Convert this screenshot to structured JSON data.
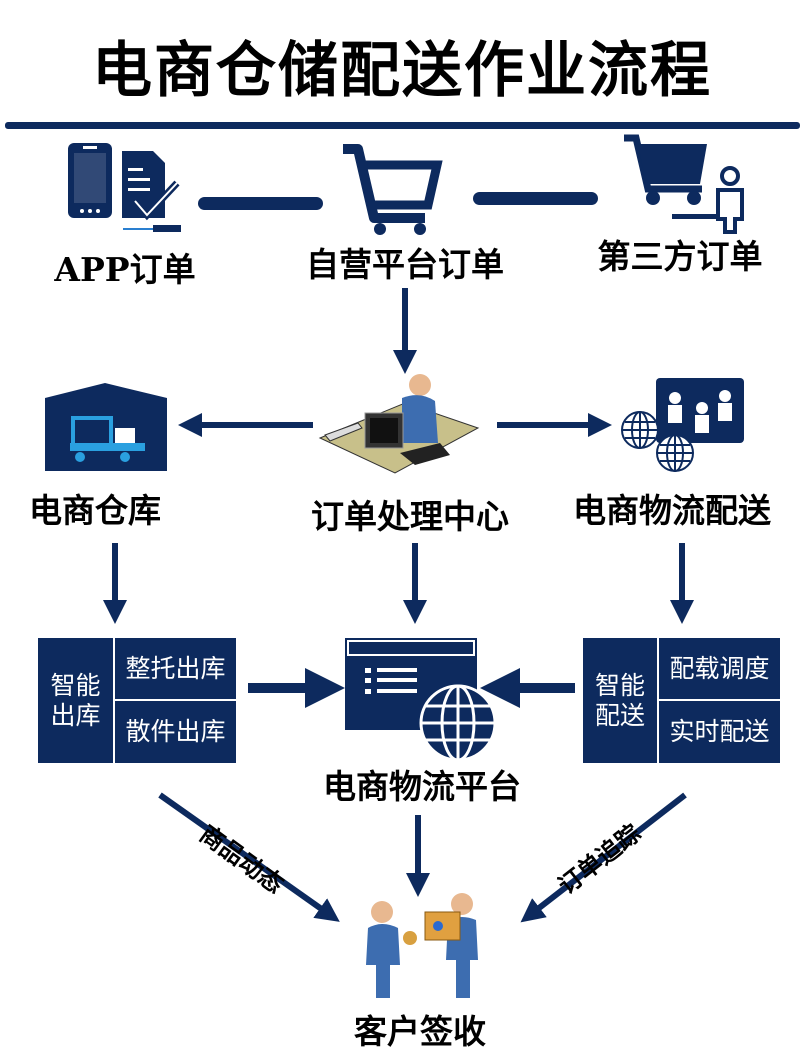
{
  "title": "电商仓储配送作业流程",
  "colors": {
    "navy": "#0d2a5e"
  },
  "sources": [
    {
      "label": "APP订单",
      "icon": "mobile-order-icon"
    },
    {
      "label": "自营平台订单",
      "icon": "shopping-cart-icon"
    },
    {
      "label": "第三方订单",
      "icon": "cart-person-icon"
    }
  ],
  "center": {
    "label": "订单处理中心",
    "icon": "operator-workstation-icon"
  },
  "warehouse": {
    "label": "电商仓库",
    "icon": "warehouse-forklift-icon"
  },
  "logistics": {
    "label": "电商物流配送",
    "icon": "global-people-network-icon"
  },
  "outbound": {
    "title": "智能出库",
    "items": [
      "整托出库",
      "散件出库"
    ]
  },
  "delivery": {
    "title": "智能配送",
    "items": [
      "配载调度",
      "实时配送"
    ]
  },
  "platform": {
    "label": "电商物流平台",
    "icon": "web-globe-icon"
  },
  "edges": {
    "left": "商品动态",
    "right": "订单追踪"
  },
  "customer": {
    "label": "客户签收",
    "icon": "package-handover-icon"
  }
}
